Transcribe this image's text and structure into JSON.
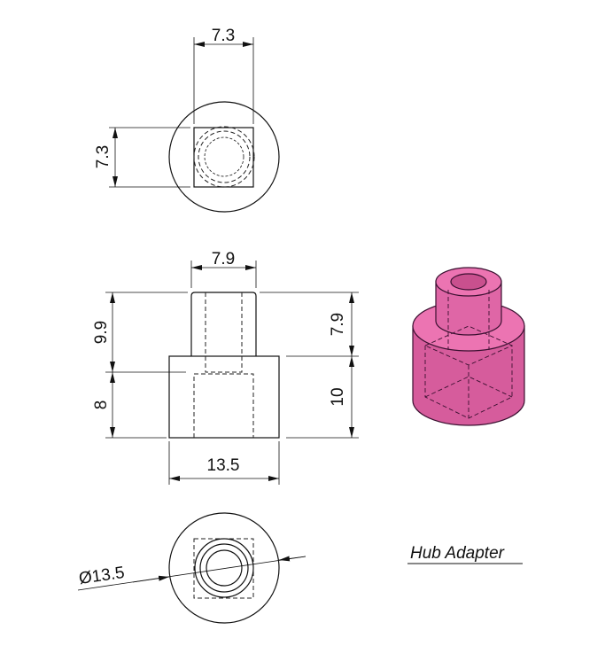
{
  "drawing": {
    "title": "Hub Adapter",
    "part_color": "#e46aa8",
    "top_view": {
      "width_dim": "7.3",
      "height_dim": "7.3"
    },
    "front_view": {
      "boss_width_dim": "7.9",
      "left_upper_dim": "9.9",
      "left_lower_dim": "8",
      "right_upper_dim": "7.9",
      "right_lower_dim": "10",
      "base_width_dim": "13.5"
    },
    "bottom_view": {
      "diameter_dim": "Ø13.5"
    }
  }
}
